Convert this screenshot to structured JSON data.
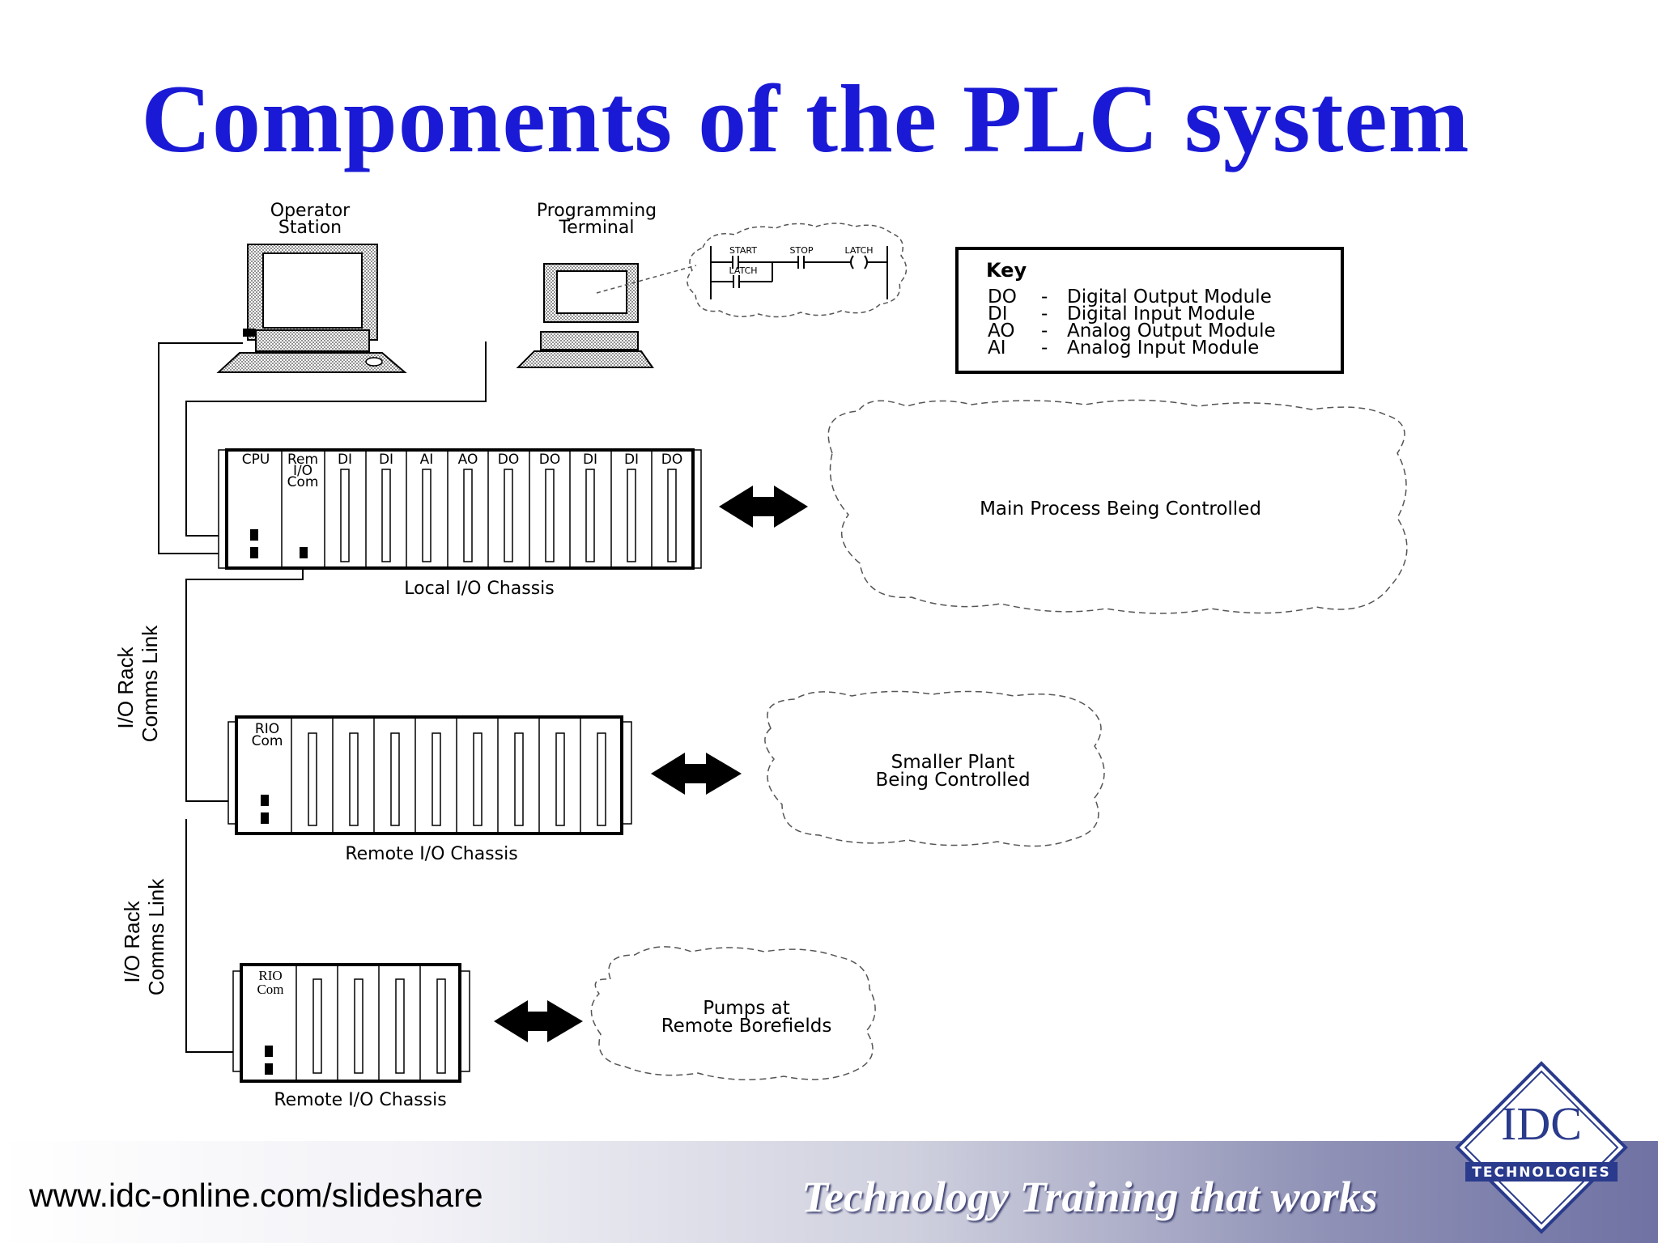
{
  "slide": {
    "title": "Components of the PLC system"
  },
  "diagram": {
    "operator_station": {
      "label": [
        "Operator",
        "Station"
      ]
    },
    "programming_terminal": {
      "label": [
        "Programming",
        "Terminal"
      ]
    },
    "ladder_logic": {
      "contacts": [
        "START",
        "STOP",
        "LATCH"
      ],
      "latch_contact": "LATCH"
    },
    "key": {
      "title": "Key",
      "entries": [
        {
          "abbr": "DO",
          "dash": "-",
          "meaning": "Digital Output Module"
        },
        {
          "abbr": "DI",
          "dash": "-",
          "meaning": "Digital Input Module"
        },
        {
          "abbr": "AO",
          "dash": "-",
          "meaning": "Analog Output Module"
        },
        {
          "abbr": "AI",
          "dash": "-",
          "meaning": "Analog Input Module"
        }
      ]
    },
    "local_chassis": {
      "label": "Local I/O Chassis",
      "modules": [
        "CPU",
        "Rem I/O Com",
        "DI",
        "DI",
        "AI",
        "AO",
        "DO",
        "DO",
        "DI",
        "DI",
        "DO"
      ],
      "rem_lines": [
        "Rem",
        "I/O",
        "Com"
      ]
    },
    "remote_chassis_1": {
      "label": "Remote I/O Chassis",
      "com_label": [
        "RIO",
        "Com"
      ]
    },
    "remote_chassis_2": {
      "label": "Remote I/O Chassis",
      "com_label": [
        "RIO",
        "Com"
      ]
    },
    "comms_link_1": [
      "I/O Rack",
      "Comms Link"
    ],
    "comms_link_2": [
      "I/O Rack",
      "Comms Link"
    ],
    "process_main": "Main Process Being Controlled",
    "process_smaller": [
      "Smaller Plant",
      "Being Controlled"
    ],
    "process_pumps": [
      "Pumps at",
      "Remote Borefields"
    ]
  },
  "footer": {
    "url": "www.idc-online.com/slideshare",
    "tagline": "Technology Training that works",
    "logo_text": "IDC",
    "logo_subtext": "TECHNOLOGIES"
  },
  "colors": {
    "title": "#1a1ad6",
    "logo_blue": "#2a3a8c",
    "footer_dark": "#6f72a3"
  }
}
